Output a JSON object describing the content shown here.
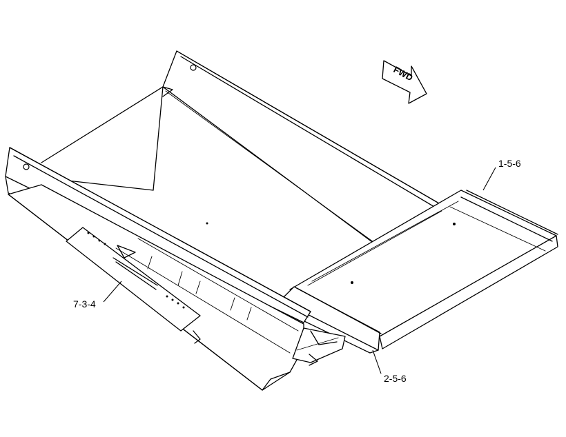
{
  "direction_arrow": {
    "text": "FWD"
  },
  "callouts": [
    {
      "id": "callout-1-5-6",
      "text": "1-5-6"
    },
    {
      "id": "callout-2-5-6",
      "text": "2-5-6"
    },
    {
      "id": "callout-7-3-4",
      "text": "7-3-4"
    }
  ]
}
